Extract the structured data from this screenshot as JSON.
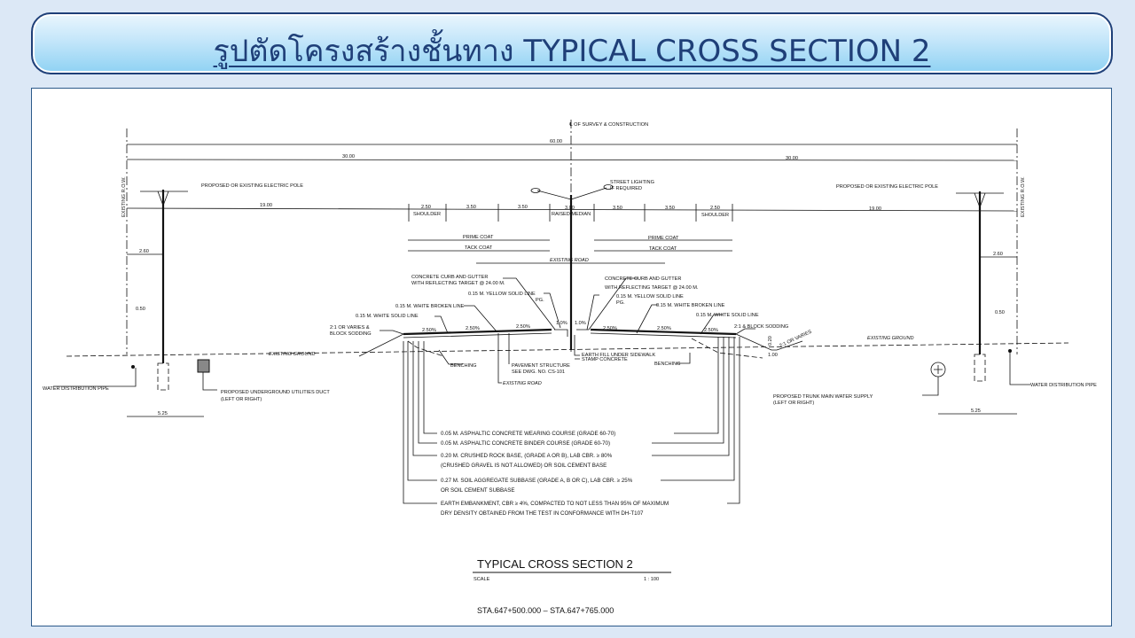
{
  "slide": {
    "title": "รูปตัดโครงสร้างชั้นทาง TYPICAL  CROSS  SECTION 2"
  },
  "drawing": {
    "centerline": "℄ OF SURVEY & CONSTRUCTION",
    "row_label": "EXISTING R.O.W.",
    "dims": {
      "total": "60.00",
      "half_left": "30.00",
      "half_right": "30.00",
      "side_left": "19.00",
      "side_right": "19.00",
      "shoulder_left": "2.50",
      "lane1": "3.50",
      "lane2": "3.50",
      "median": "3.00",
      "lane3": "3.50",
      "lane4": "3.50",
      "shoulder_right": "2.50",
      "pole_left": "2.60",
      "pole_right": "2.60",
      "offset_left": "0.50",
      "offset_right": "0.50",
      "pipe_left": "5.25",
      "pipe_right": "5.25",
      "ditch": "1.00",
      "ditch_depth": "0.20"
    },
    "labels": {
      "shoulder": "SHOULDER",
      "raised_median": "RAISED MEDIAN",
      "prime_coat": "PRIME COAT",
      "tack_coat": "TACK COAT",
      "existing_road": "EXISTING ROAD",
      "electric_pole": "PROPOSED OR EXISTING ELECTRIC POLE",
      "street_lighting_1": "STREET LIGHTING",
      "street_lighting_2": "IF REQUIRED",
      "curb_1": "CONCRETE CURB AND GUTTER",
      "curb_2": "WITH REFLECTING TARGET @ 24.00 M.",
      "yellow_line": "0.15 M. YELLOW SOLID LINE",
      "pg": "PG.",
      "white_broken": "0.15 M. WHITE BROKEN LINE",
      "white_solid": "0.15 M. WHITE SOLID LINE",
      "slope_left_1": "2:1 OR VARIES &",
      "slope_left_2": "BLOCK SODDING",
      "slope_right": "2:1 & BLOCK SODDING",
      "slope_varies": "2:1 OR VARIES",
      "cross_slope": "2.50%",
      "median_slope": "1.0%",
      "existing_ground": "EXISTING GROUND",
      "benching": "BENCHING",
      "pavement_1": "PAVEMENT STRUCTURE",
      "pavement_2": "SEE DWG. NO. CS-101",
      "earth_fill": "EARTH FILL UNDER SIDEWALK",
      "stamp_concrete": "STAMP CONCRETE",
      "water_pipe": "WATER DISTRIBUTION PIPE",
      "duct_1": "PROPOSED UNDERGROUND UTILITIES DUCT",
      "duct_2": "(LEFT OR RIGHT)",
      "trunk_1": "PROPOSED TRUNK MAIN WATER SUPPLY",
      "trunk_2": "(LEFT OR RIGHT)"
    },
    "notes": [
      "0.05 M. ASPHALTIC CONCRETE WEARING COURSE (GRADE 60-70)",
      "0.05 M. ASPHALTIC CONCRETE BINDER COURSE (GRADE 60-70)",
      "0.20 M. CRUSHED ROCK BASE, (GRADE A OR B), LAB CBR. ≥ 80%",
      "(CRUSHED GRAVEL IS NOT ALLOWED) OR SOIL CEMENT BASE",
      "0.27 M. SOIL AGGREGATE SUBBASE (GRADE A, B OR C), LAB CBR. ≥ 25%",
      "OR SOIL CEMENT SUBBASE",
      "EARTH EMBANKMENT, CBR ≥ 4%, COMPACTED TO NOT LESS THAN 95% OF MAXIMUM",
      "DRY DENSITY OBTAINED FROM THE TEST IN CONFORMANCE WITH DH-T107"
    ],
    "caption": {
      "title": "TYPICAL CROSS SECTION 2",
      "scale_label": "SCALE",
      "scale": "1 : 100",
      "station": "STA.647+500.000  –  STA.647+765.000"
    }
  }
}
